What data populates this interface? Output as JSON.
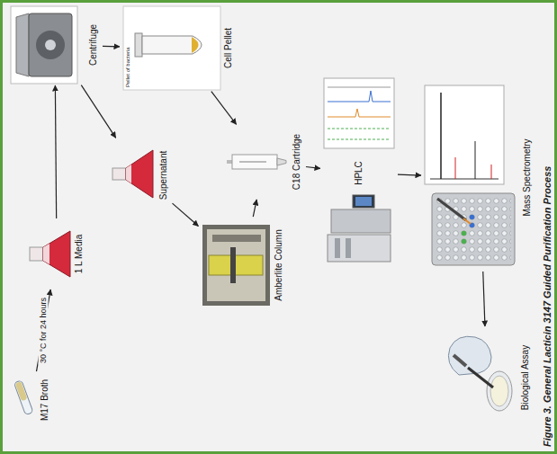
{
  "diagram": {
    "caption": "Figure 3. General Lacticin 3147 Guided Purification Process",
    "nodes": [
      {
        "text": [
          "M17 Broth"
        ]
      },
      {
        "text": [
          "1 L Media"
        ]
      },
      {
        "text": [
          "Centrifuge"
        ]
      },
      {
        "text": [
          "Cell Pellet"
        ]
      },
      {
        "text": [
          "Supernatant"
        ]
      },
      {
        "text": [
          "Amberlite Column"
        ]
      },
      {
        "text": [
          "C18 Cartridge"
        ]
      },
      {
        "text": [
          "HPLC"
        ]
      },
      {
        "text": [
          "Mass Spectrometry"
        ]
      },
      {
        "text": [
          "Biological Assay"
        ]
      }
    ],
    "edges": [
      {
        "from": 0,
        "to": 1,
        "arrow": "to",
        "label": "30 °C for 24 hours"
      },
      {
        "from": 1,
        "to": 2,
        "arrow": "to"
      },
      {
        "from": 2,
        "to": 3,
        "arrow": "to"
      },
      {
        "from": 2,
        "to": 4,
        "arrow": "to"
      },
      {
        "from": 4,
        "to": 5,
        "arrow": "to"
      },
      {
        "from": 3,
        "to": 6,
        "arrow": "to"
      },
      {
        "from": 5,
        "to": 6,
        "arrow": "to"
      },
      {
        "from": 6,
        "to": 7,
        "arrow": "to"
      },
      {
        "from": 7,
        "to": 8,
        "arrow": "to"
      },
      {
        "from": 8,
        "to": 9,
        "arrow": "to"
      }
    ],
    "labels": [
      "Pellet of bacteria"
    ]
  }
}
